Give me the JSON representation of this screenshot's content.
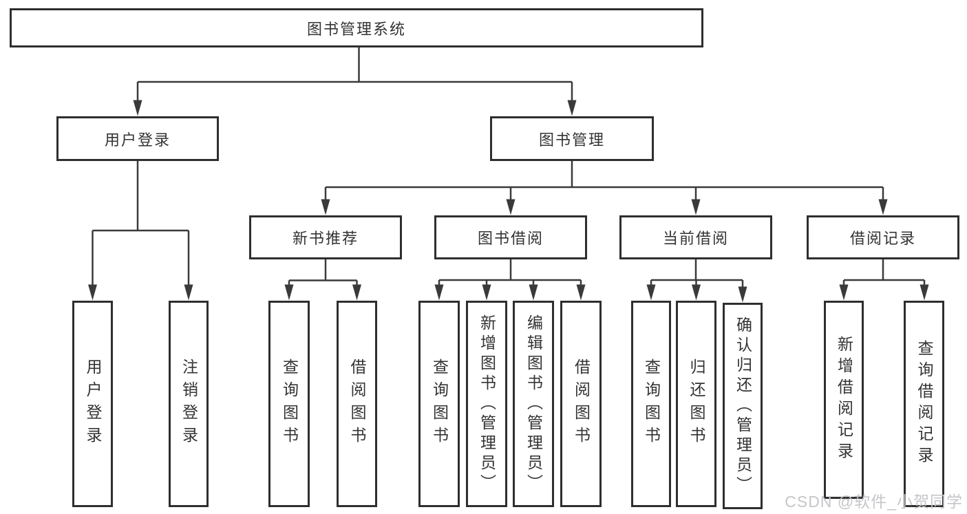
{
  "diagram_type": "hierarchy-tree",
  "tree": {
    "root": {
      "label": "图书管理系统",
      "children": [
        {
          "label": "用户登录",
          "children": [
            {
              "label": "用户登录"
            },
            {
              "label": "注销登录"
            }
          ]
        },
        {
          "label": "图书管理",
          "children": [
            {
              "label": "新书推荐",
              "children": [
                {
                  "label": "查询图书"
                },
                {
                  "label": "借阅图书"
                }
              ]
            },
            {
              "label": "图书借阅",
              "children": [
                {
                  "label": "查询图书"
                },
                {
                  "label": "新增图书（管理员）"
                },
                {
                  "label": "编辑图书（管理员）"
                },
                {
                  "label": "借阅图书"
                }
              ]
            },
            {
              "label": "当前借阅",
              "children": [
                {
                  "label": "查询图书"
                },
                {
                  "label": "归还图书"
                },
                {
                  "label": "确认归还（管理员）"
                }
              ]
            },
            {
              "label": "借阅记录",
              "children": [
                {
                  "label": "新增借阅记录"
                },
                {
                  "label": "查询借阅记录"
                }
              ]
            }
          ]
        }
      ]
    }
  },
  "watermark": "CSDN @软件_小贺同学",
  "colors": {
    "line": "#3a3a3a",
    "box_border": "#2e2e2e",
    "box_fill": "#ffffff",
    "text": "#333333",
    "watermark": "#c6c6ca",
    "background": "#ffffff"
  }
}
